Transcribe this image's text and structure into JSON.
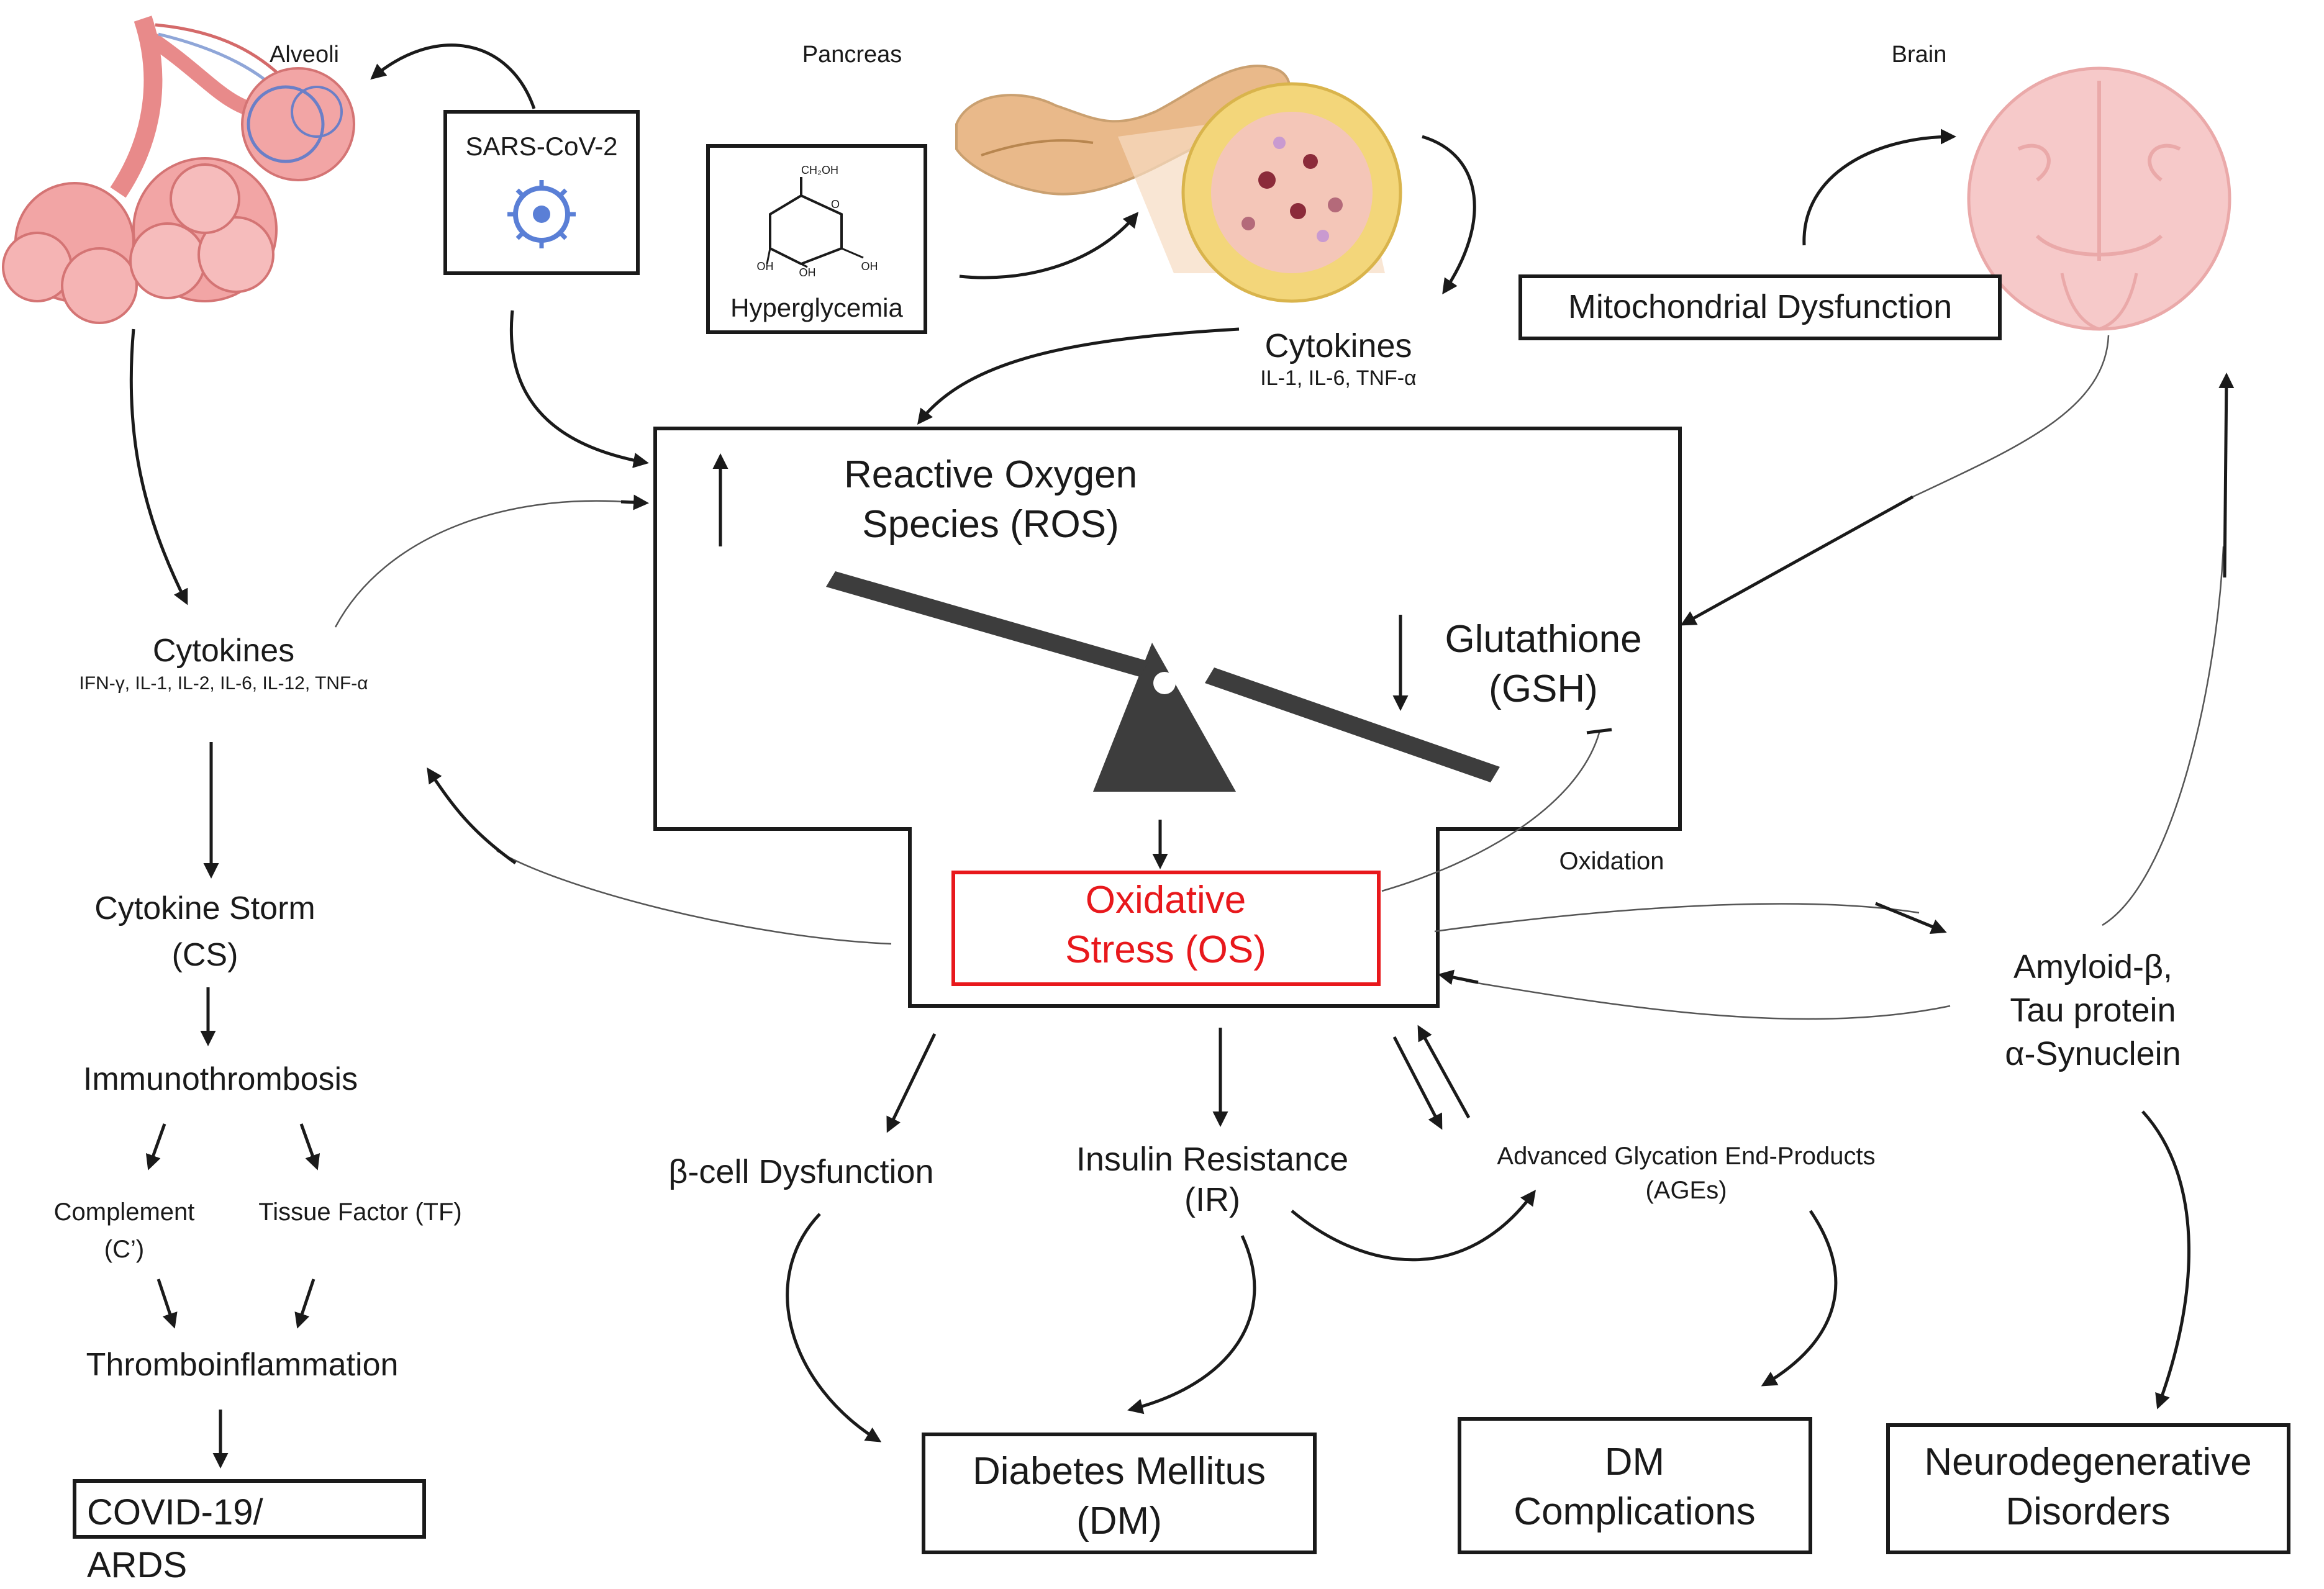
{
  "organs": {
    "alveoli": "Alveoli",
    "pancreas": "Pancreas",
    "brain": "Brain"
  },
  "virus_box": {
    "label": "SARS-CoV-2"
  },
  "glucose_box": {
    "label": "Hyperglycemia",
    "chem_ch2oh": "CH₂OH",
    "chem_oh": "OH",
    "chem_o": "O"
  },
  "mito": "Mitochondrial Dysfunction",
  "pancreas_cytokines": {
    "title": "Cytokines",
    "list": "IL-1, IL-6, TNF-α"
  },
  "lung_cytokines": {
    "title": "Cytokines",
    "list": "IFN-γ, IL-1, IL-2, IL-6, IL-12, TNF-α"
  },
  "ros": {
    "line1": "Reactive Oxygen",
    "line2": "Species (ROS)"
  },
  "gsh": {
    "line1": "Glutathione",
    "line2": "(GSH)"
  },
  "os": {
    "line1": "Oxidative",
    "line2": "Stress (OS)"
  },
  "oxidation": "Oxidation",
  "amyloid": {
    "line1": "Amyloid-β,",
    "line2": "Tau protein",
    "line3": "α-Synuclein"
  },
  "covid_chain": {
    "storm1": "Cytokine Storm",
    "storm2": "(CS)",
    "immuno": "Immunothrombosis",
    "complement1": "Complement",
    "complement2": "(C’)",
    "tissue": "Tissue Factor (TF)",
    "thrombo": "Thromboinflammation",
    "covid1": "COVID-19/",
    "covid2": "ARDS"
  },
  "beta_cell": "β-cell Dysfunction",
  "ir": {
    "line1": "Insulin Resistance",
    "line2": "(IR)"
  },
  "ages": {
    "line1": "Advanced Glycation End-Products",
    "line2": "(AGEs)"
  },
  "outcomes": {
    "dm1": "Diabetes Mellitus",
    "dm2": "(DM)",
    "comp1": "DM",
    "comp2": "Complications",
    "neuro1": "Neurodegenerative",
    "neuro2": "Disorders"
  },
  "colors": {
    "os_red": "#e8181c",
    "lung_pink": "#f2a5a5",
    "pancreas_tan": "#e9b98a",
    "islet_yellow": "#f3d67a",
    "brain_pink": "#f6c9c9",
    "virus_blue": "#5a7fd6",
    "seesaw": "#3d3d3d"
  }
}
